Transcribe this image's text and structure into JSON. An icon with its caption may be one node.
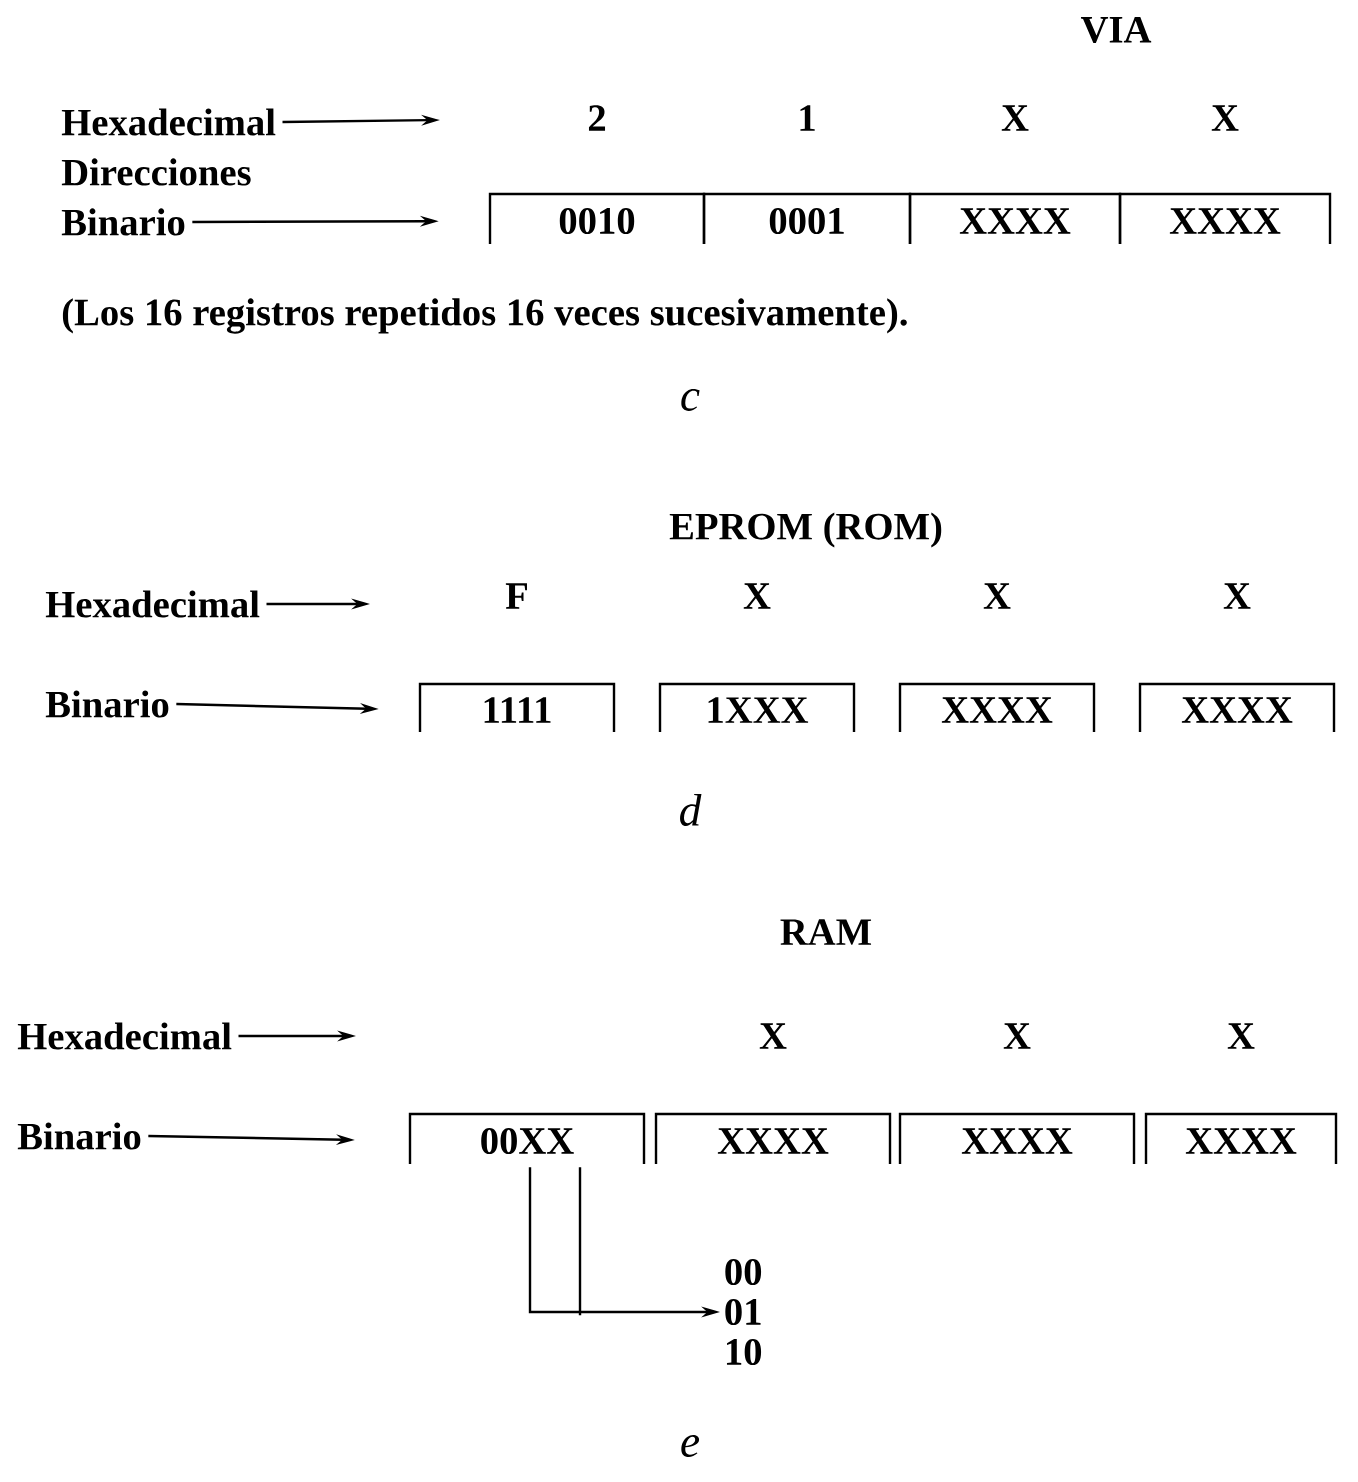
{
  "diagram": {
    "nodes": [
      {
        "text": [
          "Hexadecimal"
        ]
      },
      {
        "text": [
          "Binario"
        ]
      },
      {
        "text": [
          "0010"
        ],
        "beside": [
          "2"
        ]
      },
      {
        "text": [
          "0001"
        ],
        "beside": [
          "1"
        ]
      },
      {
        "text": [
          "XXXX"
        ],
        "beside": [
          "X"
        ]
      },
      {
        "text": [
          "XXXX"
        ],
        "beside": [
          "X"
        ]
      },
      {
        "text": [
          "Hexadecimal"
        ]
      },
      {
        "text": [
          "Binario"
        ]
      },
      {
        "text": [
          "1111"
        ],
        "beside": [
          "F"
        ]
      },
      {
        "text": [
          "1XXX"
        ],
        "beside": [
          "X"
        ]
      },
      {
        "text": [
          "XXXX"
        ],
        "beside": [
          "X"
        ]
      },
      {
        "text": [
          "XXXX"
        ],
        "beside": [
          "X"
        ]
      },
      {
        "text": [
          "Hexadecimal"
        ]
      },
      {
        "text": [
          "Binario"
        ]
      },
      {
        "text": [
          "00XX"
        ]
      },
      {
        "text": [
          "XXXX"
        ],
        "beside": [
          "X"
        ]
      },
      {
        "text": [
          "XXXX"
        ],
        "beside": [
          "X"
        ]
      },
      {
        "text": [
          "XXXX"
        ],
        "beside": [
          "X"
        ]
      },
      {
        "text": [
          "00 01 10"
        ]
      }
    ],
    "edges": [
      {
        "from": 0,
        "to": null,
        "arrow": "to"
      },
      {
        "from": 1,
        "to": 2,
        "arrow": "to"
      },
      {
        "from": 6,
        "to": null,
        "arrow": "to"
      },
      {
        "from": 7,
        "to": 8,
        "arrow": "to"
      },
      {
        "from": 12,
        "to": null,
        "arrow": "to"
      },
      {
        "from": 13,
        "to": 14,
        "arrow": "to"
      },
      {
        "from": 14,
        "to": 18,
        "arrow": "to"
      }
    ],
    "labels": [
      "VIA",
      "Direcciones",
      "(Los 16 registros repetidos 16 veces sucesivamente).",
      "c",
      "EPROM (ROM)",
      "d",
      "RAM",
      "e"
    ]
  }
}
